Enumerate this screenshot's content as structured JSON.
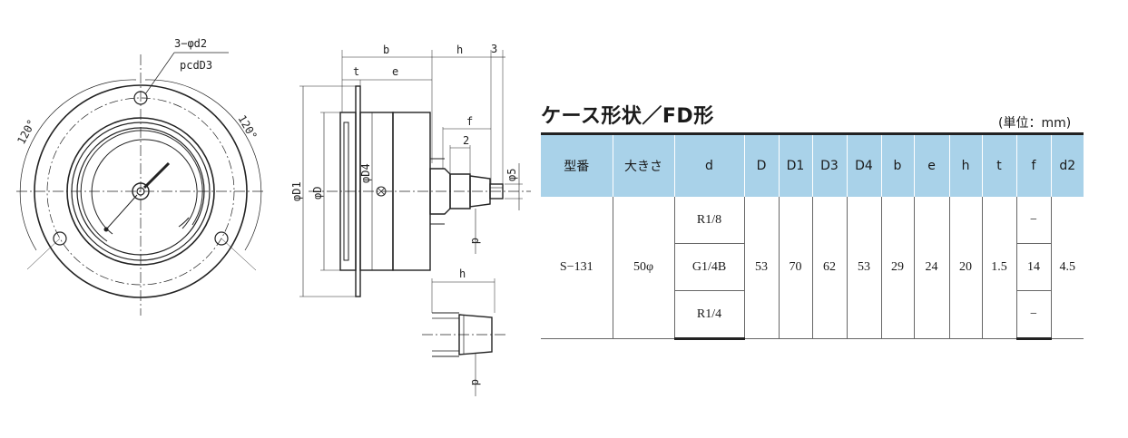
{
  "drawing": {
    "front_labels": [
      "3−φd2",
      "pcdD3",
      "120°",
      "120°"
    ],
    "side_labels": [
      "b",
      "t",
      "e",
      "h",
      "3",
      "f",
      "2",
      "φ5",
      "φD1",
      "φD",
      "φD4",
      "d"
    ],
    "alt_labels": [
      "h",
      "d"
    ]
  },
  "title": "ケース形状／FD形",
  "unit": "(単位：mm)",
  "table": {
    "headers": [
      "型番",
      "大きさ",
      "d",
      "D",
      "D1",
      "D3",
      "D4",
      "b",
      "e",
      "h",
      "t",
      "f",
      "d2"
    ],
    "model": "S−131",
    "size": "50φ",
    "d_options": [
      "R1/8",
      "G1/4B",
      "R1/4"
    ],
    "D": "53",
    "D1": "70",
    "D3": "62",
    "D4": "53",
    "b": "29",
    "e": "24",
    "h": "20",
    "t": "1.5",
    "f_values": [
      "−",
      "14",
      "−"
    ],
    "d2": "4.5"
  }
}
